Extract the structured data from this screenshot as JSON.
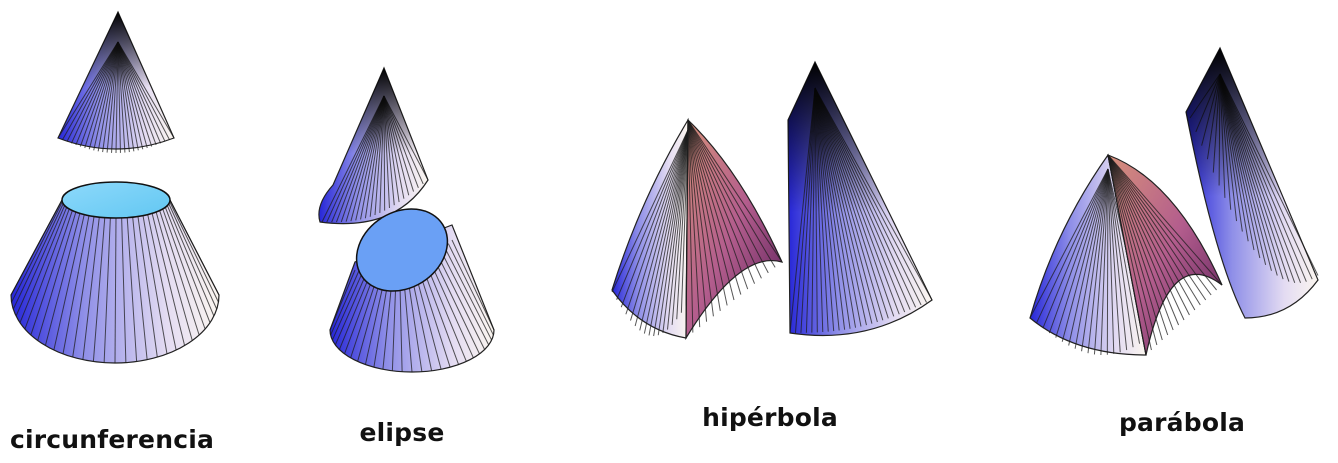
{
  "sections": [
    {
      "id": "circunferencia",
      "label": "circunferencia"
    },
    {
      "id": "elipse",
      "label": "elipse"
    },
    {
      "id": "hiperbola",
      "label": "hipérbola"
    },
    {
      "id": "parabola",
      "label": "parábola"
    }
  ],
  "colors": {
    "cone_dark": "#2d2de0",
    "cone_light": "#efe4f4",
    "cone_apex": "#000000",
    "section_circle": "#6fd3f5",
    "section_ellipse": "#6aa0f5",
    "section_curve_fill": "#b86a8a",
    "ruling": "#222222"
  }
}
